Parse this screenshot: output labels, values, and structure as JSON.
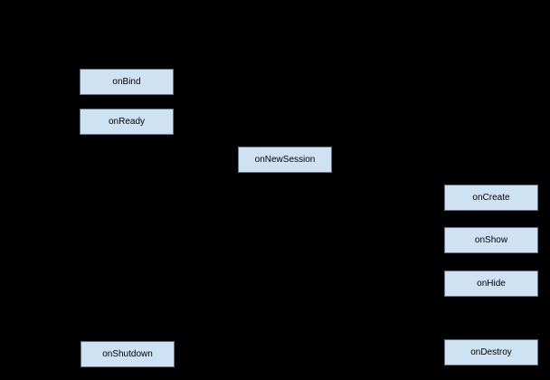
{
  "diagram": {
    "background_color": "#000000",
    "node_fill_color": "#cfe2f3",
    "node_border_color": "#637585",
    "node_text_color": "#000000",
    "nodes": [
      {
        "id": "onBind",
        "label": "onBind"
      },
      {
        "id": "onReady",
        "label": "onReady"
      },
      {
        "id": "onNewSession",
        "label": "onNewSession"
      },
      {
        "id": "onCreate",
        "label": "onCreate"
      },
      {
        "id": "onShow",
        "label": "onShow"
      },
      {
        "id": "onHide",
        "label": "onHide"
      },
      {
        "id": "onShutdown",
        "label": "onShutdown"
      },
      {
        "id": "onDestroy",
        "label": "onDestroy"
      }
    ]
  }
}
